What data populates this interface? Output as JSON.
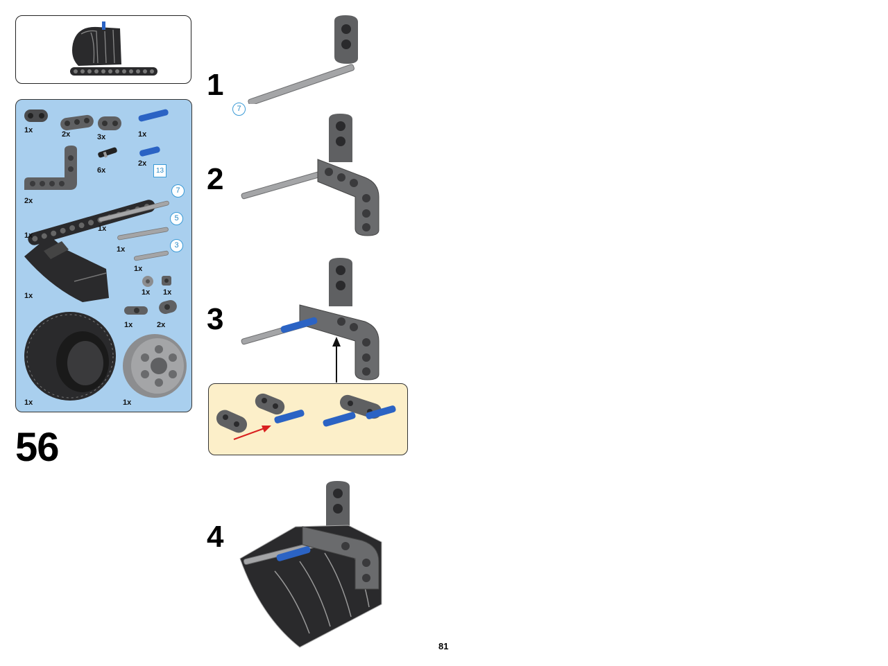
{
  "set_number": "56",
  "page_number": "81",
  "colors": {
    "parts_panel": "#a9cfee",
    "callout_panel": "#fcefc9",
    "dark_gray": "#5f6062",
    "light_gray": "#a4a5a7",
    "black_part": "#2a2a2c",
    "blue_part": "#2b63c4",
    "arrow_red": "#d92020"
  },
  "parts_list": [
    {
      "id": "beam-2-black",
      "qty": "1x"
    },
    {
      "id": "beam-3-dark",
      "qty": "2x"
    },
    {
      "id": "connector-dark",
      "qty": "3x"
    },
    {
      "id": "pin-blue-long",
      "qty": "1x"
    },
    {
      "id": "beam-l-dark",
      "qty": "2x"
    },
    {
      "id": "pin-black",
      "qty": "6x"
    },
    {
      "id": "pin-blue",
      "qty": "2x"
    },
    {
      "id": "beam-13-black",
      "qty": "1x",
      "length": "13"
    },
    {
      "id": "axle-7",
      "qty": "1x",
      "length": "7"
    },
    {
      "id": "axle-5",
      "qty": "1x",
      "length": "5"
    },
    {
      "id": "axle-3",
      "qty": "1x",
      "length": "3"
    },
    {
      "id": "mudguard-black",
      "qty": "1x"
    },
    {
      "id": "bush-gray",
      "qty": "1x"
    },
    {
      "id": "bush-dark",
      "qty": "1x"
    },
    {
      "id": "connector-cross",
      "qty": "1x"
    },
    {
      "id": "connector-2",
      "qty": "2x"
    },
    {
      "id": "tire",
      "qty": "1x"
    },
    {
      "id": "wheel-rim",
      "qty": "1x"
    }
  ],
  "steps": [
    {
      "number": "1",
      "axle_length": "7"
    },
    {
      "number": "2"
    },
    {
      "number": "3"
    },
    {
      "number": "4"
    }
  ]
}
